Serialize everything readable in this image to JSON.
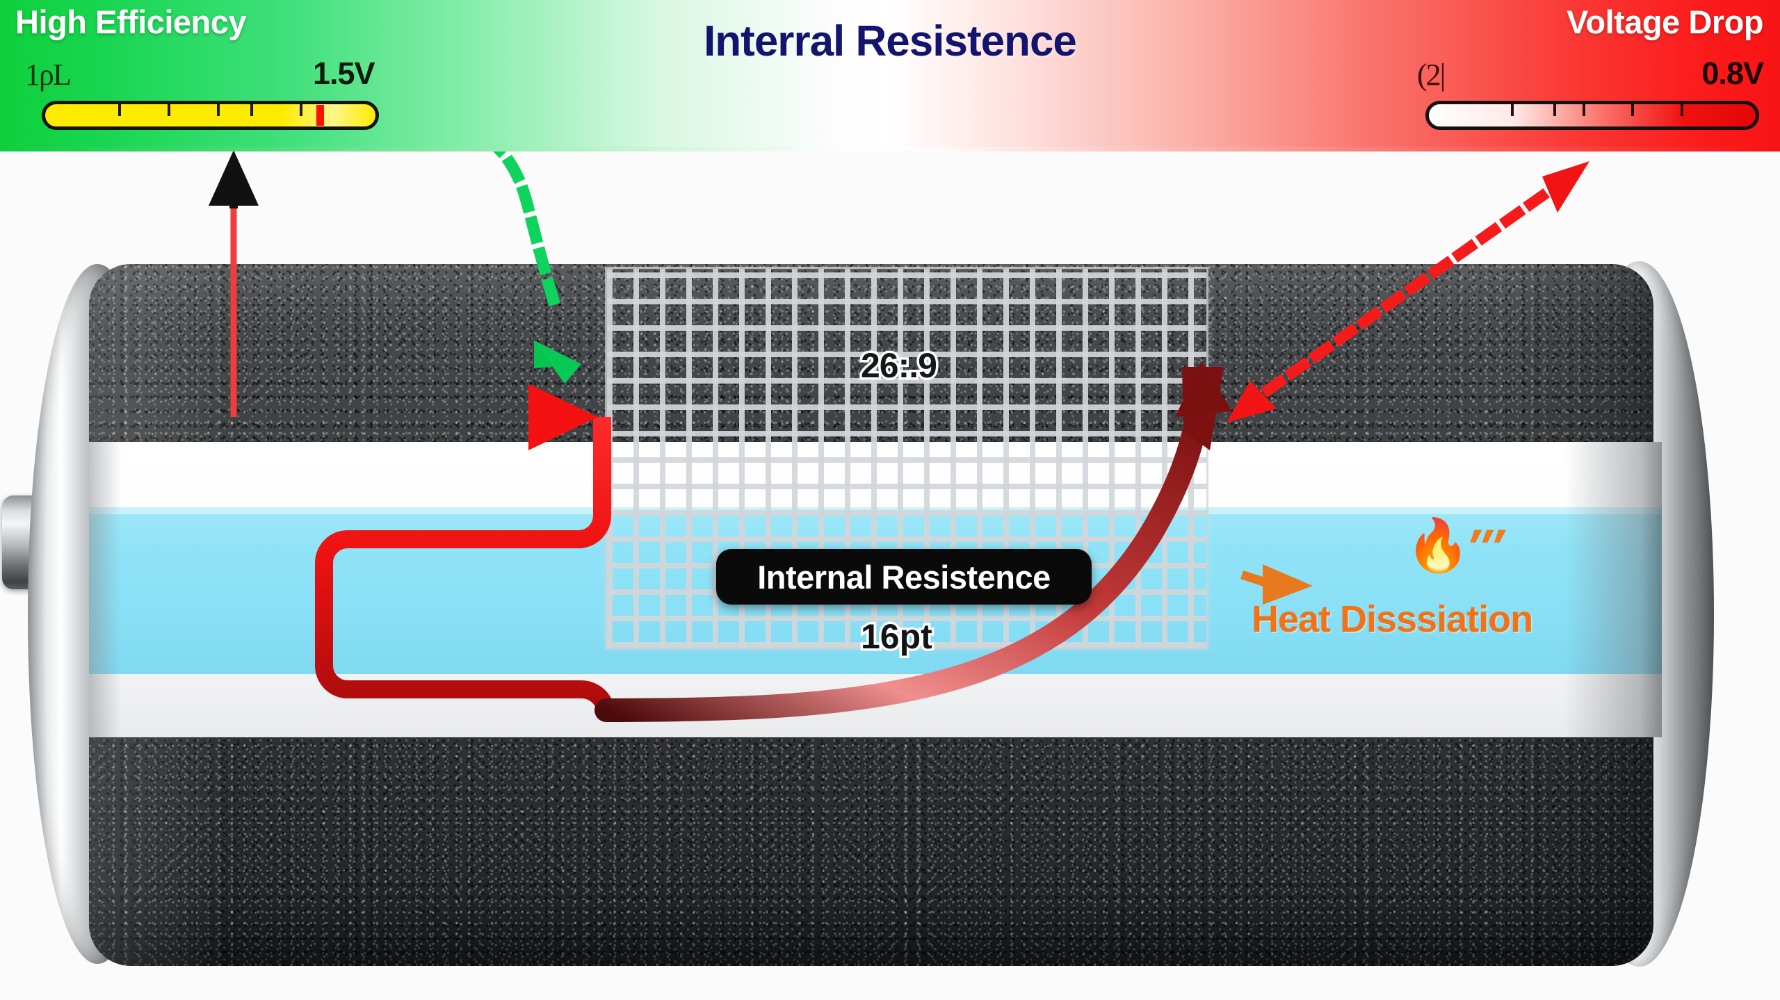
{
  "header": {
    "left_label": "High Efficiency",
    "right_label": "Voltage Drop",
    "title": "Interral Resistence",
    "left_unit_caption": "1ρL",
    "right_unit_caption": "(2|",
    "left_value": "1.5V",
    "right_value": "0.8V",
    "left_gauge": {
      "name": "efficiency-gauge",
      "fill_color": "#ffeb00",
      "marker_color": "#ff1100",
      "marker_percent": 82,
      "tick_percents": [
        22,
        37,
        52,
        62,
        77
      ]
    },
    "right_gauge": {
      "name": "voltage-drop-gauge",
      "start_color": "#ffffff",
      "end_color": "#e40606",
      "tick_percents": [
        25,
        38,
        47,
        62,
        77
      ]
    },
    "gradient_start": "#0ed03a",
    "gradient_mid": "#ffffff",
    "gradient_end": "#f71414"
  },
  "battery": {
    "body_color": "#3c3f41",
    "label_band_color": "#ffffff",
    "stripe_color": "#8fe3f7",
    "terminal_name": "positive-terminal-nub"
  },
  "mesh": {
    "name": "resistance-mesh",
    "line_color": "#d2d6da"
  },
  "annotations": {
    "ohm_reading": "26:.9",
    "resistance_pill": "Internal Resistence",
    "pt_reading": "16pt",
    "heat_label": "Heat Disssiation",
    "flame_icon": "🔥",
    "heat_wave_glyph": "′′′"
  },
  "arrows": {
    "current_path_color": "#f41111",
    "efficiency_arrow_color": "#0ed35c",
    "voltage_arrow_color": "#f51b1b",
    "resistance_arrow_color": "#7d1111",
    "measure_arrow_color": "#111111",
    "heat_arrow_color": "#e8791e"
  }
}
